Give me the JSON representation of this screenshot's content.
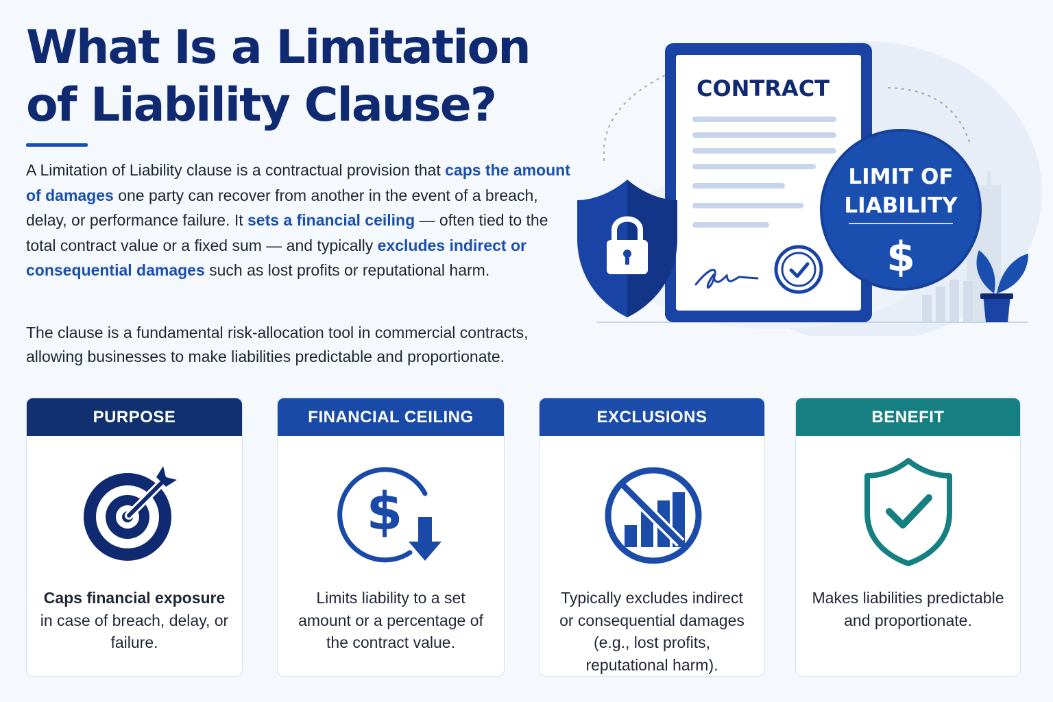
{
  "title": {
    "line1": "What Is a Limitation",
    "line2": "of Liability Clause?"
  },
  "intro": {
    "p1_a": "A Limitation of Liability clause is a contractual provision that ",
    "p1_hl1": "caps the amount of damages",
    "p1_b": " one party can recover from another in the event of a breach, delay, or performance failure. It ",
    "p1_hl2": "sets a financial ceiling",
    "p1_c": " — often tied to the total contract value or a fixed sum — and typically ",
    "p1_hl3": "excludes indirect or consequential damages",
    "p1_d": " such as lost profits or reputational harm.",
    "p2": "The clause is a fundamental risk-allocation tool in commercial contracts, allowing businesses to make liabilities predictable and proportionate."
  },
  "hero": {
    "contract_label": "CONTRACT",
    "badge_line1": "LIMIT OF",
    "badge_line2": "LIABILITY",
    "badge_symbol": "$",
    "icons": [
      "shield-lock-icon",
      "signature-icon",
      "checkmark-icon",
      "plant-icon",
      "bar-chart-icon"
    ]
  },
  "colors": {
    "navy": "#0f2a70",
    "blue": "#1a4fb0",
    "purpose_header": "#10306f",
    "financial_header": "#1a4aa8",
    "exclusions_header": "#1b4ca9",
    "benefit_header": "#167f82"
  },
  "cards": {
    "purpose": {
      "header": "PURPOSE",
      "icon": "target-icon",
      "text_bold": "Caps financial exposure",
      "text_rest": "in case of breach, delay, or failure."
    },
    "financial": {
      "header": "FINANCIAL CEILING",
      "icon": "dollar-down-arrow-icon",
      "text": "Limits liability to a set amount or a percentage of the contract value."
    },
    "exclusions": {
      "header": "EXCLUSIONS",
      "icon": "no-chart-icon",
      "text": "Typically excludes indirect or consequential damages (e.g., lost profits, reputational harm)."
    },
    "benefit": {
      "header": "BENEFIT",
      "icon": "shield-check-icon",
      "text": "Makes liabilities predictable and proportionate."
    }
  }
}
